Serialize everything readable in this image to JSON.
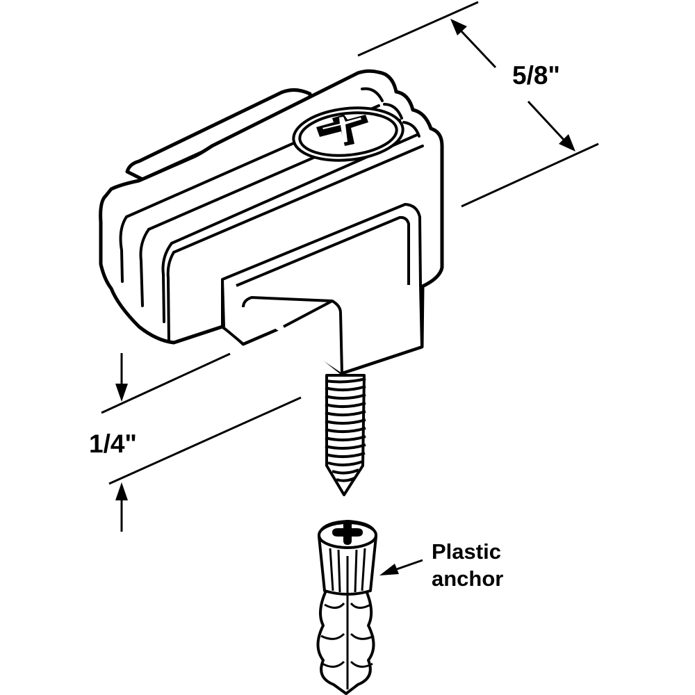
{
  "labels": {
    "dimension_top": "5/8\"",
    "dimension_left": "1/4\"",
    "anchor_line1": "Plastic",
    "anchor_line2": "anchor"
  },
  "colors": {
    "stroke": "#000000",
    "fill": "#ffffff"
  },
  "icons": {
    "main_part": "stop-block-icon",
    "screw": "screw-icon",
    "anchor": "plastic-anchor-icon"
  }
}
